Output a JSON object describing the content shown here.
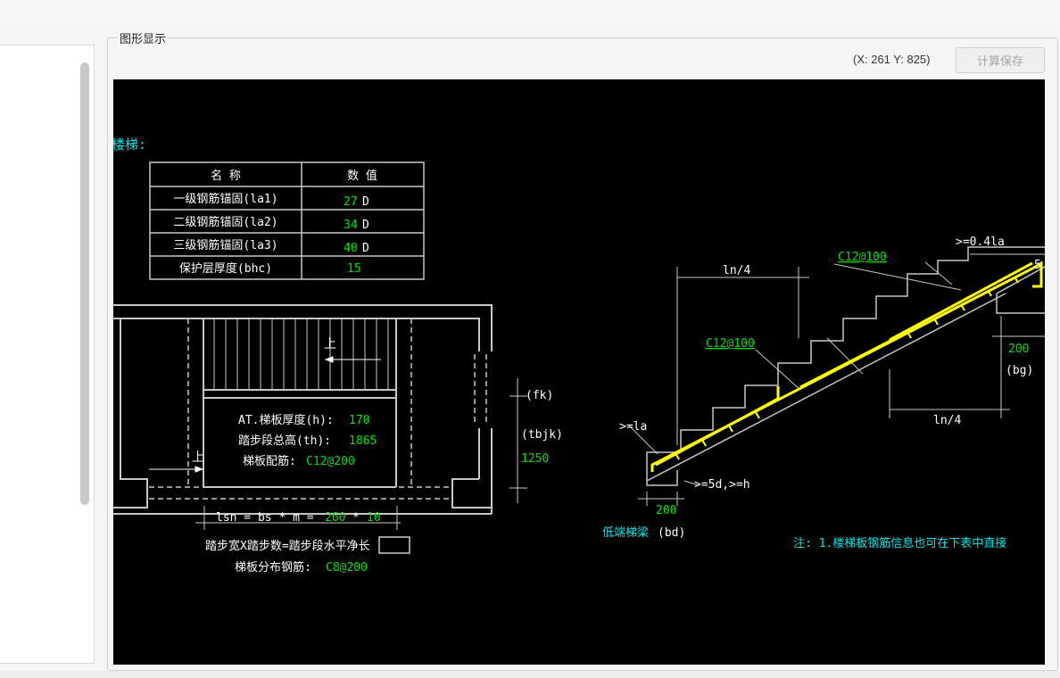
{
  "panel": {
    "title": "图形显示"
  },
  "toolbar": {
    "coords": "(X: 261 Y: 825)",
    "calc_save_label": "计算保存"
  },
  "drawing": {
    "heading": "楼梯:",
    "table": {
      "headers": [
        "名  称",
        "数  值"
      ],
      "rows": [
        {
          "name": "一级钢筋锚固(la1)",
          "value": "27",
          "unit": "D"
        },
        {
          "name": "二级钢筋锚固(la2)",
          "value": "34",
          "unit": "D"
        },
        {
          "name": "三级钢筋锚固(la3)",
          "value": "40",
          "unit": "D"
        },
        {
          "name": "保护层厚度(bhc)",
          "value": "15",
          "unit": ""
        }
      ]
    },
    "plan": {
      "up_label_1": "上",
      "up_label_2": "上",
      "thickness_label": "AT.梯板厚度(h):",
      "thickness_value": "170",
      "height_label": "踏步段总高(th):",
      "height_value": "1865",
      "rebar_label": "梯板配筋:",
      "rebar_value": "C12@200",
      "fk_label": "(fk)",
      "tbjk_label": "(tbjk)",
      "tbjk_value": "1250",
      "lsn_label": "lsn = bs * m =",
      "lsn_bs": "260",
      "lsn_op": "*",
      "lsn_m": "10",
      "formula": "踏步宽X踏步数=踏步段水平净长",
      "dist_label": "梯板分布钢筋:",
      "dist_value": "C8@200"
    },
    "section": {
      "ln4_top": "ln/4",
      "ln4_bottom": "ln/4",
      "rebar_top": "C12@100",
      "rebar_mid": "C12@100",
      "anchor_top": ">=0.4la",
      "five": "5",
      "dim_200_right": "200",
      "bg_label": "(bg)",
      "anchor_left": ">=la",
      "dim_5d": ">=5d,>=h",
      "dim_200_left": "200",
      "low_beam_label": "低端梯梁",
      "bd_label": "(bd)",
      "note": "注: 1.楼梯板钢筋信息也可在下表中直接"
    },
    "colors": {
      "green": "#00e000",
      "cyan": "#00e5e5",
      "yellow": "#ffff00",
      "white": "#ffffff",
      "gray": "#c8c8c8"
    }
  }
}
